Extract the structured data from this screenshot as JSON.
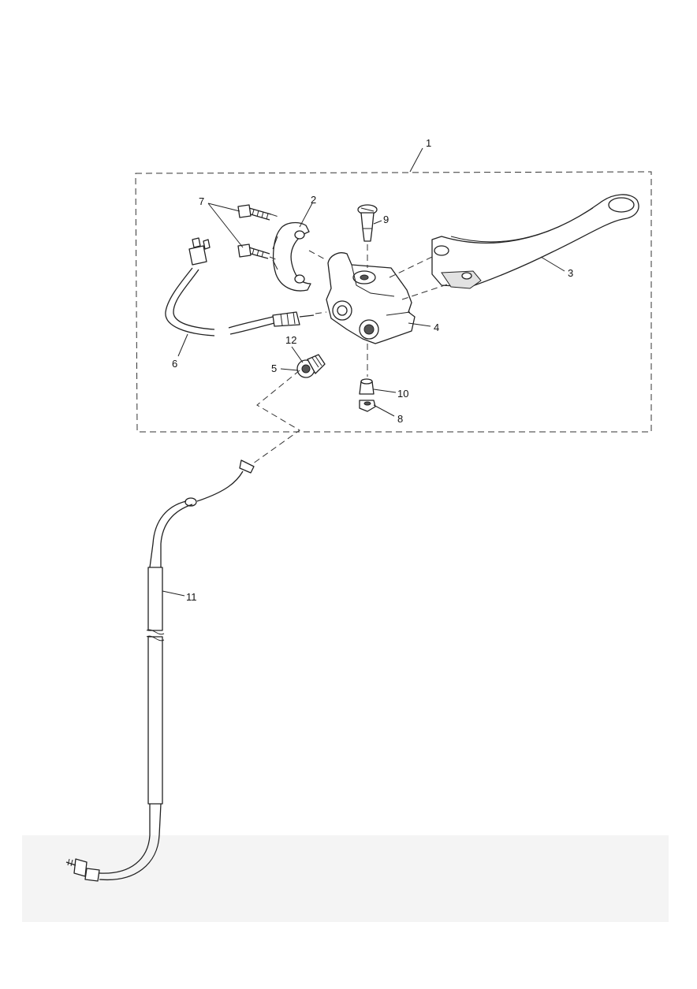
{
  "callouts": {
    "c1": "1",
    "c2": "2",
    "c3": "3",
    "c4": "4",
    "c5": "5",
    "c6": "6",
    "c7": "7",
    "c8": "8",
    "c9": "9",
    "c10": "10",
    "c11": "11",
    "c12": "12"
  },
  "colors": {
    "line": "#222222",
    "background": "#ffffff",
    "shade": "#e2e2e2"
  }
}
